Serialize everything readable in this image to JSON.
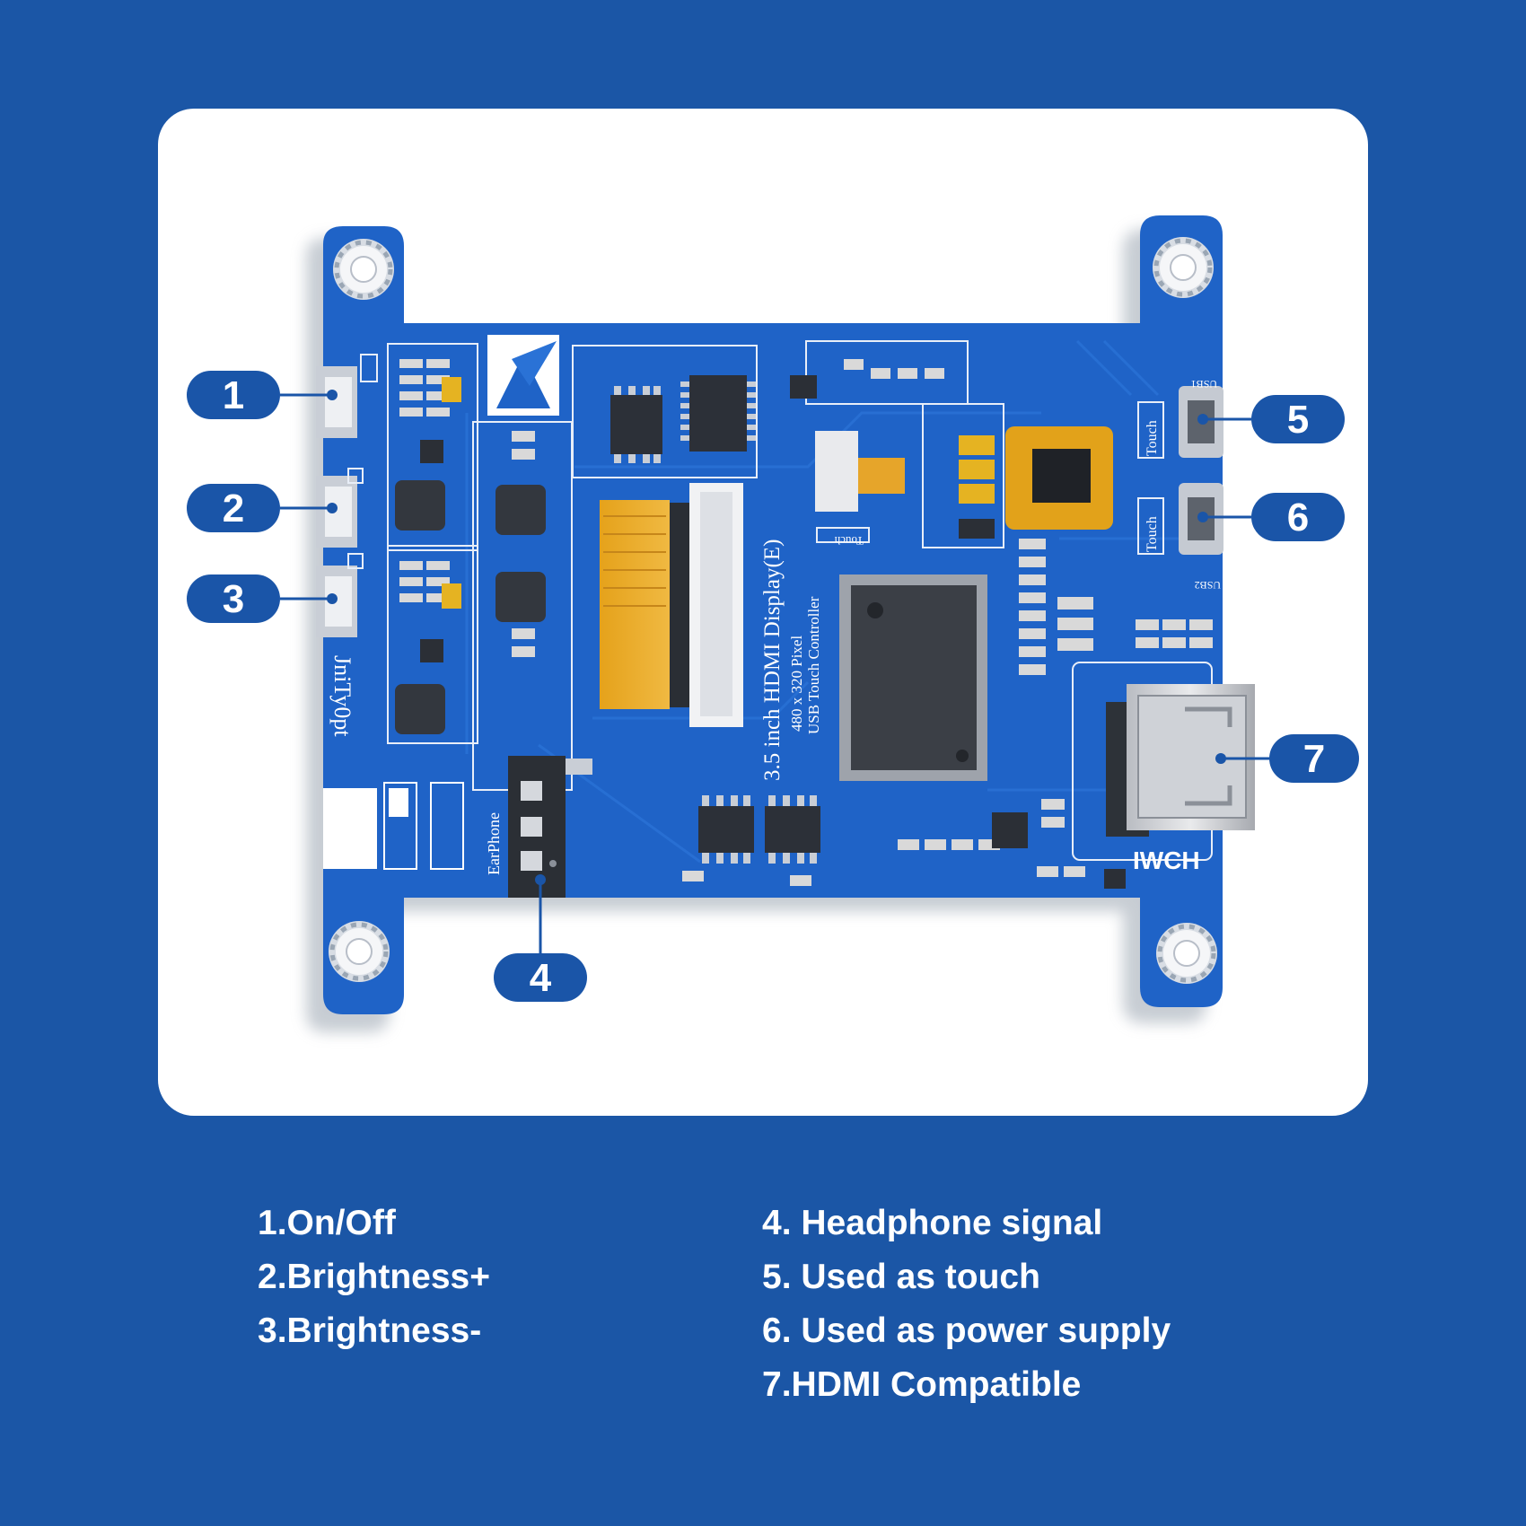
{
  "board": {
    "silkscreen_model": "3.5 inch HDMI Display(E)",
    "silkscreen_res": "480 x 320 Pixel",
    "silkscreen_touch": "USB Touch Controller",
    "brand": "JniTy0pt",
    "earphone_label": "EarPhone",
    "touch_label_small": "Touch",
    "touch_label_side_1": "Touch",
    "touch_label_side_2": "Touch",
    "usb_label": "USB1",
    "usb2_label": "USB2",
    "maker_mark": "IWCH"
  },
  "callouts": [
    {
      "number": "1"
    },
    {
      "number": "2"
    },
    {
      "number": "3"
    },
    {
      "number": "4"
    },
    {
      "number": "5"
    },
    {
      "number": "6"
    },
    {
      "number": "7"
    }
  ],
  "legend": {
    "left": [
      "1.On/Off",
      "2.Brightness+",
      "3.Brightness-"
    ],
    "right": [
      "4. Headphone signal",
      "5. Used as touch",
      "6. Used as power supply",
      "7.HDMI Compatible"
    ]
  },
  "colors": {
    "background": "#1b56a6",
    "card": "#ffffff",
    "pcb": "#1f63c7",
    "callout": "#1a55a8"
  }
}
